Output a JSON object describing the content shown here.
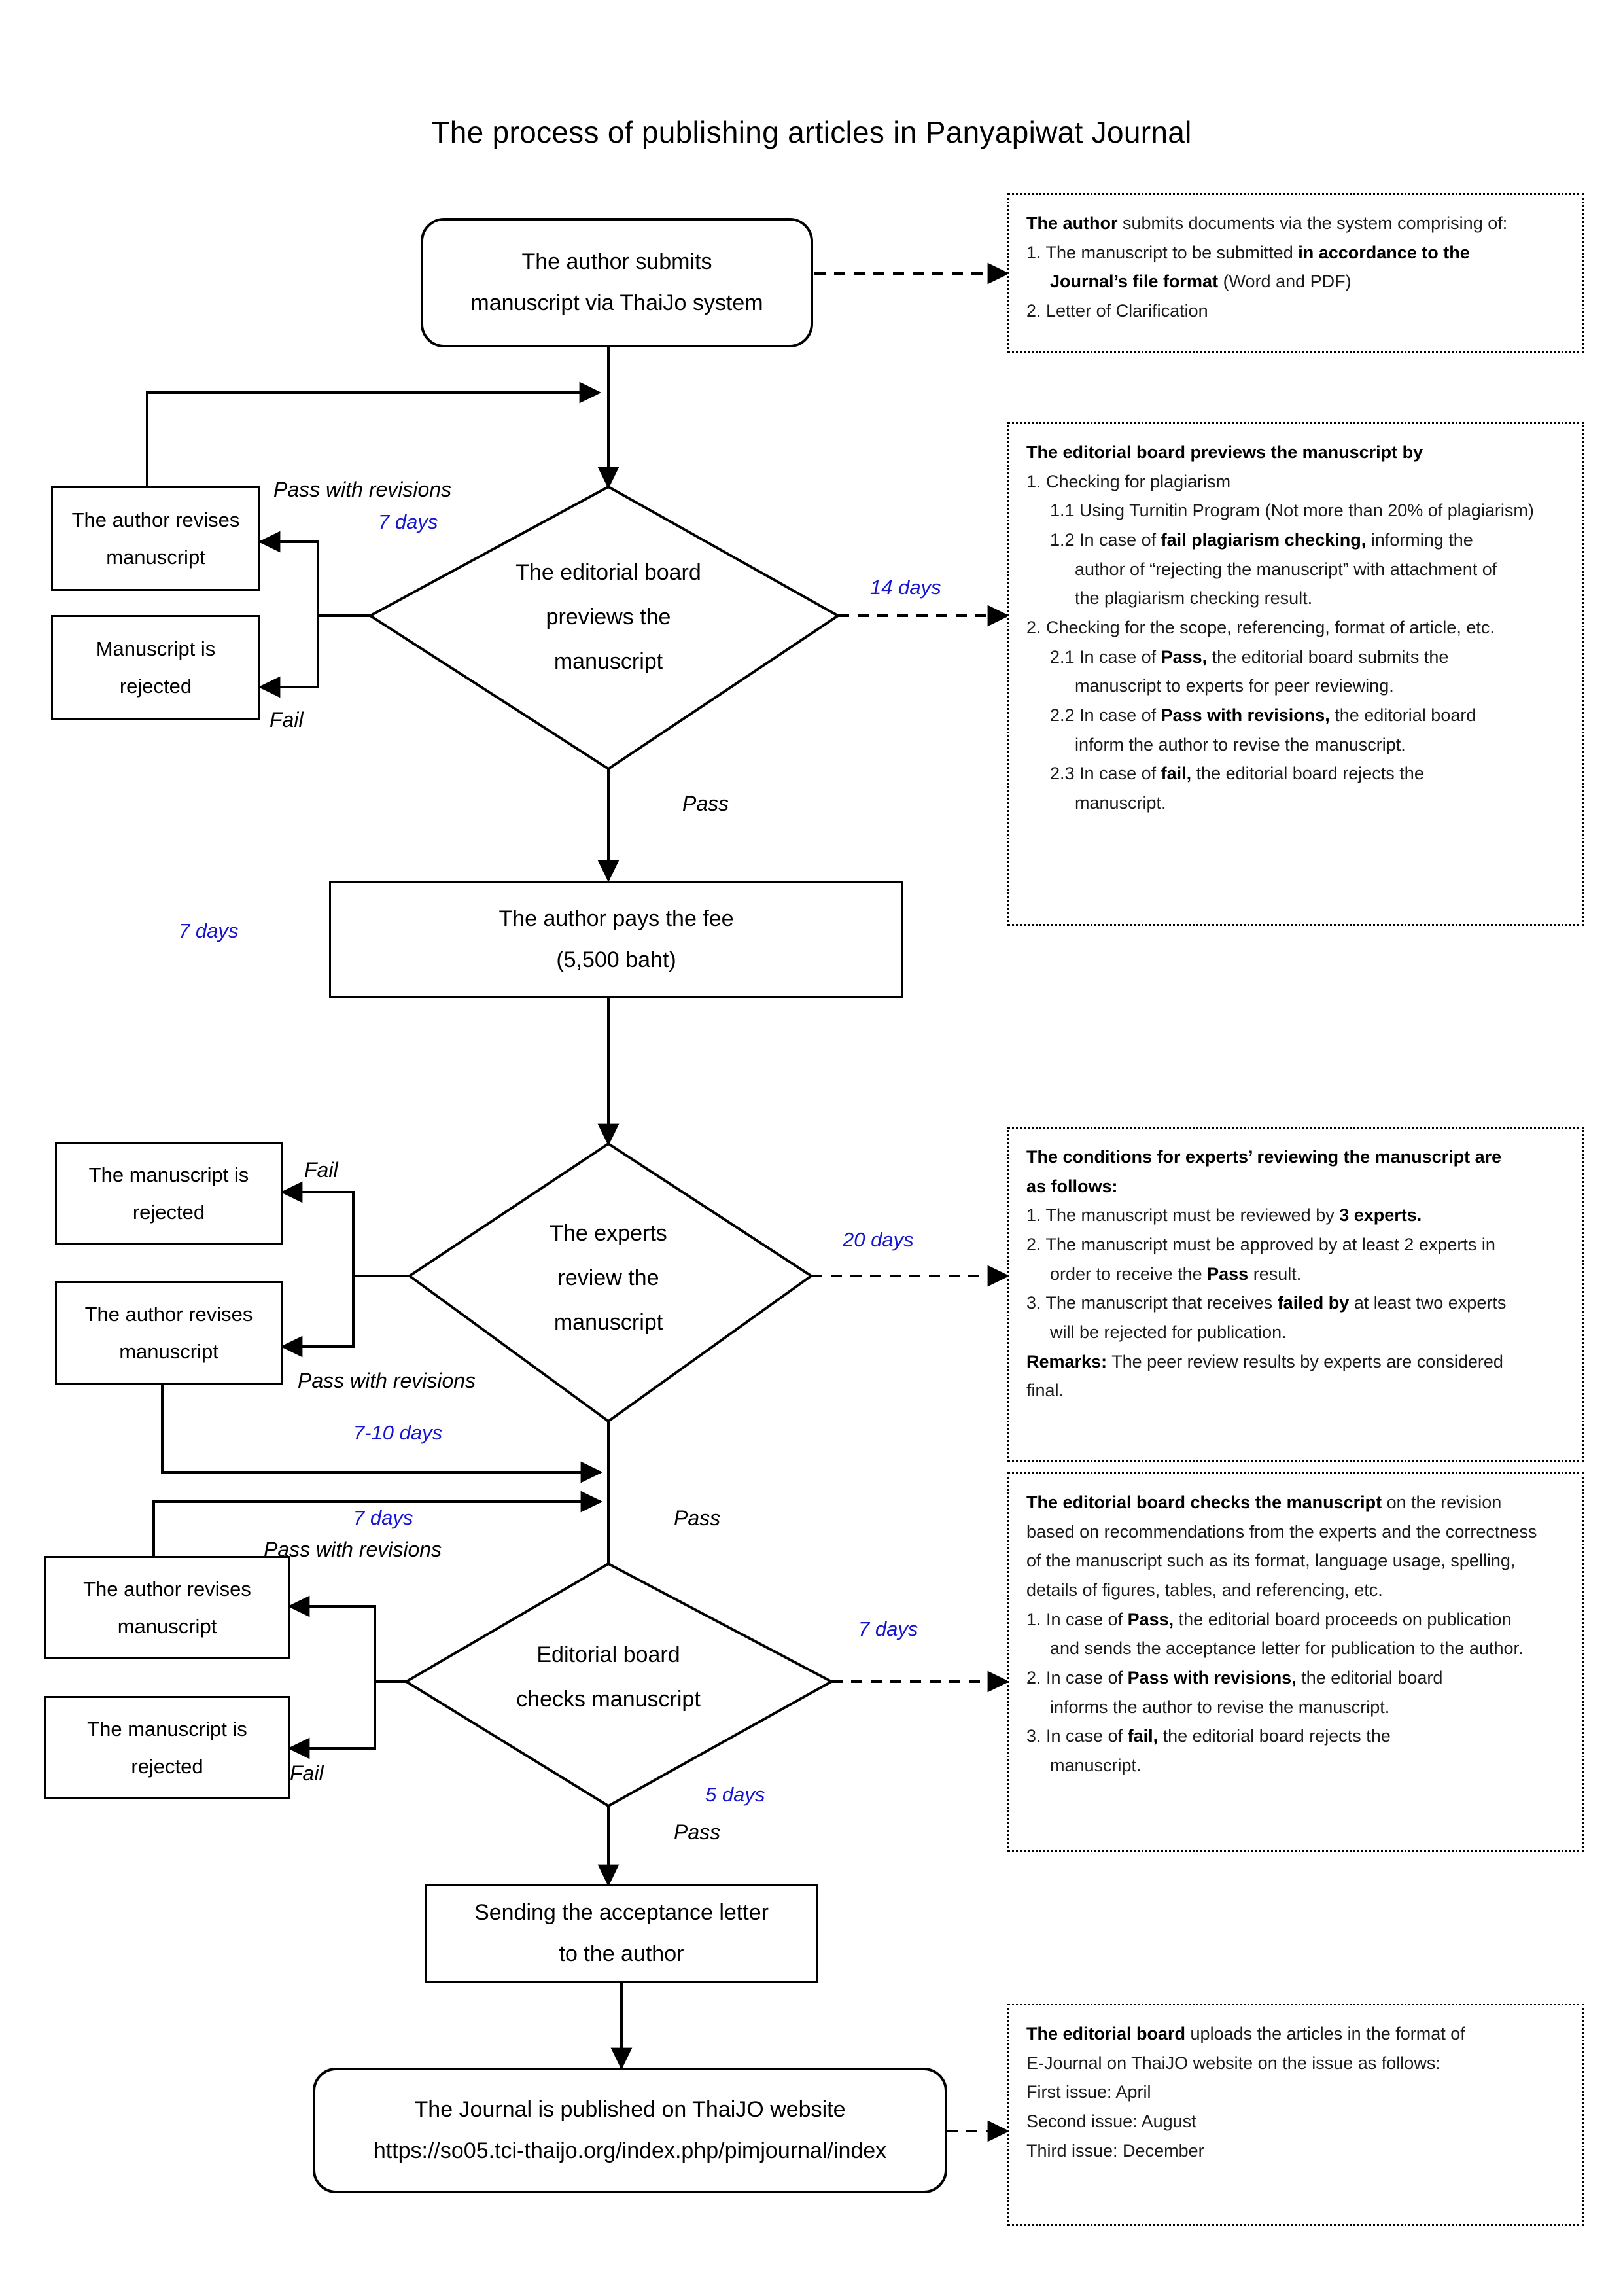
{
  "title": "The process of publishing articles in Panyapiwat Journal",
  "colors": {
    "ink": "#000000",
    "days_blue": "#1414d2",
    "paper": "#ffffff"
  },
  "flow": {
    "start": {
      "line1": "The author submits",
      "line2": "manuscript via ThaiJo system"
    },
    "decision1": {
      "line1": "The editorial board",
      "line2": "previews the",
      "line3": "manuscript"
    },
    "revise1": {
      "line1": "The author revises",
      "line2": "manuscript"
    },
    "reject1": {
      "line1": "Manuscript is",
      "line2": "rejected"
    },
    "fee": {
      "line1": "The author pays the fee",
      "line2": "(5,500 baht)"
    },
    "decision2": {
      "line1": "The experts",
      "line2": "review the",
      "line3": "manuscript"
    },
    "reject2": {
      "line1": "The manuscript is",
      "line2": "rejected"
    },
    "revise2": {
      "line1": "The author revises",
      "line2": "manuscript"
    },
    "decision3": {
      "line1": "Editorial board",
      "line2": "checks manuscript"
    },
    "revise3": {
      "line1": "The author revises",
      "line2": "manuscript"
    },
    "reject3": {
      "line1": "The manuscript is",
      "line2": "rejected"
    },
    "acceptance": {
      "line1": "Sending the acceptance letter",
      "line2": "to the author"
    },
    "published": {
      "line1": "The Journal is published on ThaiJO website",
      "line2": "https://so05.tci-thaijo.org/index.php/pimjournal/index"
    }
  },
  "labels": {
    "pass_with_revisions_1": "Pass with revisions",
    "fail_1": "Fail",
    "pass_1": "Pass",
    "fail_2": "Fail",
    "pass_with_revisions_2": "Pass with revisions",
    "pass_2": "Pass",
    "pass_with_revisions_3": "Pass with revisions",
    "fail_3": "Fail",
    "pass_3": "Pass"
  },
  "days": {
    "d_revise1": "7 days",
    "d_preview": "14 days",
    "d_fee": "7 days",
    "d_experts": "20 days",
    "d_revise2": "7-10 days",
    "d_revise3": "7 days",
    "d_check": "7 days",
    "d_accept": "5 days"
  },
  "notes": {
    "note1": {
      "l1_b": "The author",
      "l1_t": " submits documents via the system comprising of:",
      "l2_a": "1. The manuscript to be submitted ",
      "l2_b": "in accordance to the",
      "l3_b": "Journal’s file format",
      "l3_t": " (Word and PDF)",
      "l4": "2. Letter of Clarification"
    },
    "note2": {
      "head": "The editorial board previews the manuscript by",
      "i1": "1.  Checking for plagiarism",
      "i11": "1.1 Using Turnitin Program (Not more than 20% of plagiarism)",
      "i12_a": "1.2 In case of ",
      "i12_b": "fail plagiarism checking,",
      "i12_c": " informing the",
      "i12_l2": "author of “rejecting the manuscript” with attachment of",
      "i12_l3": "the plagiarism checking result.",
      "i2": "2. Checking for the scope, referencing, format of article, etc.",
      "i21_a": "2.1  In case of ",
      "i21_b": "Pass,",
      "i21_c": " the editorial board submits the",
      "i21_l2": "manuscript to experts for peer reviewing.",
      "i22_a": "2.2  In case of ",
      "i22_b": "Pass with revisions,",
      "i22_c": " the editorial board",
      "i22_l2": "inform the author to revise the manuscript.",
      "i23_a": "2.3  In case of ",
      "i23_b": "fail,",
      "i23_c": " the editorial board rejects the",
      "i23_l2": "manuscript."
    },
    "note3": {
      "head_l1": "The conditions for experts’ reviewing the manuscript are",
      "head_l2": "as follows:",
      "i1_a": "1. The manuscript must be reviewed by ",
      "i1_b": "3 experts.",
      "i2_l1": "2. The manuscript must be approved by at least 2 experts in",
      "i2_l2_a": "order to receive the ",
      "i2_l2_b": "Pass",
      "i2_l2_c": " result.",
      "i3_l1_a": "3. The manuscript that receives ",
      "i3_l1_b": "failed by",
      "i3_l1_c": " at least two experts",
      "i3_l2": "will be rejected for publication.",
      "rem_b": "Remarks:",
      "rem_t": " The peer review results by experts are considered",
      "rem_l2": "final."
    },
    "note4": {
      "head_b": "The editorial board checks the manuscript",
      "head_t": " on the revision",
      "l2": "based on recommendations from the experts and the correctness",
      "l3": "of the manuscript such as its format, language usage, spelling,",
      "l4": "details of figures, tables, and referencing, etc.",
      "i1_a": "1. In case of ",
      "i1_b": "Pass,",
      "i1_c": " the editorial board proceeds on publication",
      "i1_l2": "and sends the acceptance letter for publication to the author.",
      "i2_a": "2. In case of ",
      "i2_b": "Pass with revisions,",
      "i2_c": " the editorial board",
      "i2_l2": "informs the author to revise the manuscript.",
      "i3_a": "3. In case of ",
      "i3_b": "fail,",
      "i3_c": " the editorial board rejects the",
      "i3_l2": "manuscript."
    },
    "note5": {
      "l1_b": "The editorial board",
      "l1_t": " uploads the articles in the format of",
      "l2": "E-Journal on ThaiJO website on the issue as follows:",
      "l3": "First issue: April",
      "l4": "Second issue: August",
      "l5": "Third issue: December"
    }
  }
}
